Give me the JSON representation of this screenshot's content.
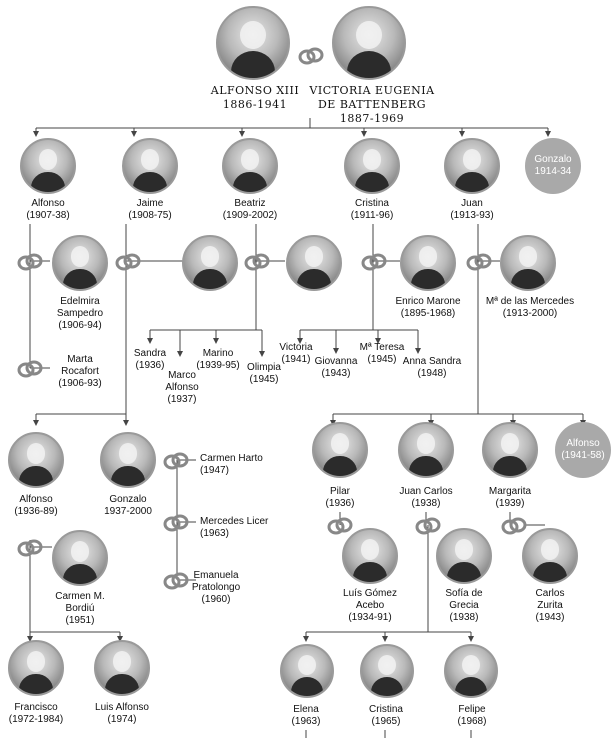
{
  "couple": {
    "king": {
      "name": "ALFONSO XIII",
      "dates": "1886-1941"
    },
    "queen": {
      "name_1": "VICTORIA EUGENIA",
      "name_2": "DE BATTENBERG",
      "dates": "1887-1969"
    }
  },
  "children": [
    {
      "name": "Alfonso",
      "dates": "(1907-38)"
    },
    {
      "name": "Jaime",
      "dates": "(1908-75)"
    },
    {
      "name": "Beatriz",
      "dates": "(1909-2002)"
    },
    {
      "name": "Cristina",
      "dates": "(1911-96)"
    },
    {
      "name": "Juan",
      "dates": "(1913-93)"
    },
    {
      "name": "Gonzalo",
      "dates": "1914-34"
    }
  ],
  "spouses": {
    "edelmira": {
      "l1": "Edelmira",
      "l2": "Sampedro",
      "dates": "(1906-94)"
    },
    "marta": {
      "l1": "Marta",
      "l2": "Rocafort",
      "dates": "(1906-93)"
    },
    "enrico": {
      "name": "Enrico Marone",
      "dates": "(1895-1968)"
    },
    "mercedes": {
      "name": "Mª de las Mercedes",
      "dates": "(1913-2000)"
    }
  },
  "beatriz_children": [
    {
      "l1": "Sandra",
      "l2": "(1936)"
    },
    {
      "l1": "Marco",
      "l2": "Alfonso",
      "l3": "(1937)"
    },
    {
      "l1": "Marino",
      "l2": "(1939-95)"
    },
    {
      "l1": "Olimpia",
      "l2": "(1945)"
    }
  ],
  "cristina_children": [
    {
      "l1": "Victoria",
      "l2": "(1941)"
    },
    {
      "l1": "Giovanna",
      "l2": "(1943)"
    },
    {
      "l1": "Mª Teresa",
      "l2": "(1945)"
    },
    {
      "l1": "Anna Sandra",
      "l2": "(1948)"
    }
  ],
  "jaime_children": [
    {
      "name": "Alfonso",
      "dates": "(1936-89)"
    },
    {
      "name": "Gonzalo",
      "dates": "1937-2000"
    }
  ],
  "gonzalo_spouses": [
    {
      "l1": "Carmen Harto",
      "l2": "(1947)"
    },
    {
      "l1": "Mercedes Licer",
      "l2": "(1963)"
    },
    {
      "l1": "Emanuela",
      "l2": "Pratolongo",
      "l3": "(1960)"
    }
  ],
  "carmen_bordiu": {
    "l1": "Carmen M.",
    "l2": "Bordiú",
    "l3": "(1951)"
  },
  "alfonso_children": [
    {
      "name": "Francisco",
      "dates": "(1972-1984)"
    },
    {
      "name": "Luis Alfonso",
      "dates": "(1974)"
    }
  ],
  "juan_children": [
    {
      "name": "Pilar",
      "dates": "(1936)"
    },
    {
      "name": "Juan Carlos",
      "dates": "(1938)"
    },
    {
      "name": "Margarita",
      "dates": "(1939)"
    },
    {
      "name": "Alfonso",
      "dates": "(1941-58)"
    }
  ],
  "juan_spouses": [
    {
      "l1": "Luís Gómez",
      "l2": "Acebo",
      "l3": "(1934-91)"
    },
    {
      "l1": "Sofía de",
      "l2": "Grecia",
      "l3": "(1938)"
    },
    {
      "l1": "Carlos",
      "l2": "Zurita",
      "l3": "(1943)"
    }
  ],
  "juancarlos_children": [
    {
      "name": "Elena",
      "dates": "(1963)"
    },
    {
      "name": "Cristina",
      "dates": "(1965)"
    },
    {
      "name": "Felipe",
      "dates": "(1968)"
    }
  ],
  "colors": {
    "line": "#444444",
    "ghost": "#a9a9a9",
    "ring": "#888888"
  }
}
